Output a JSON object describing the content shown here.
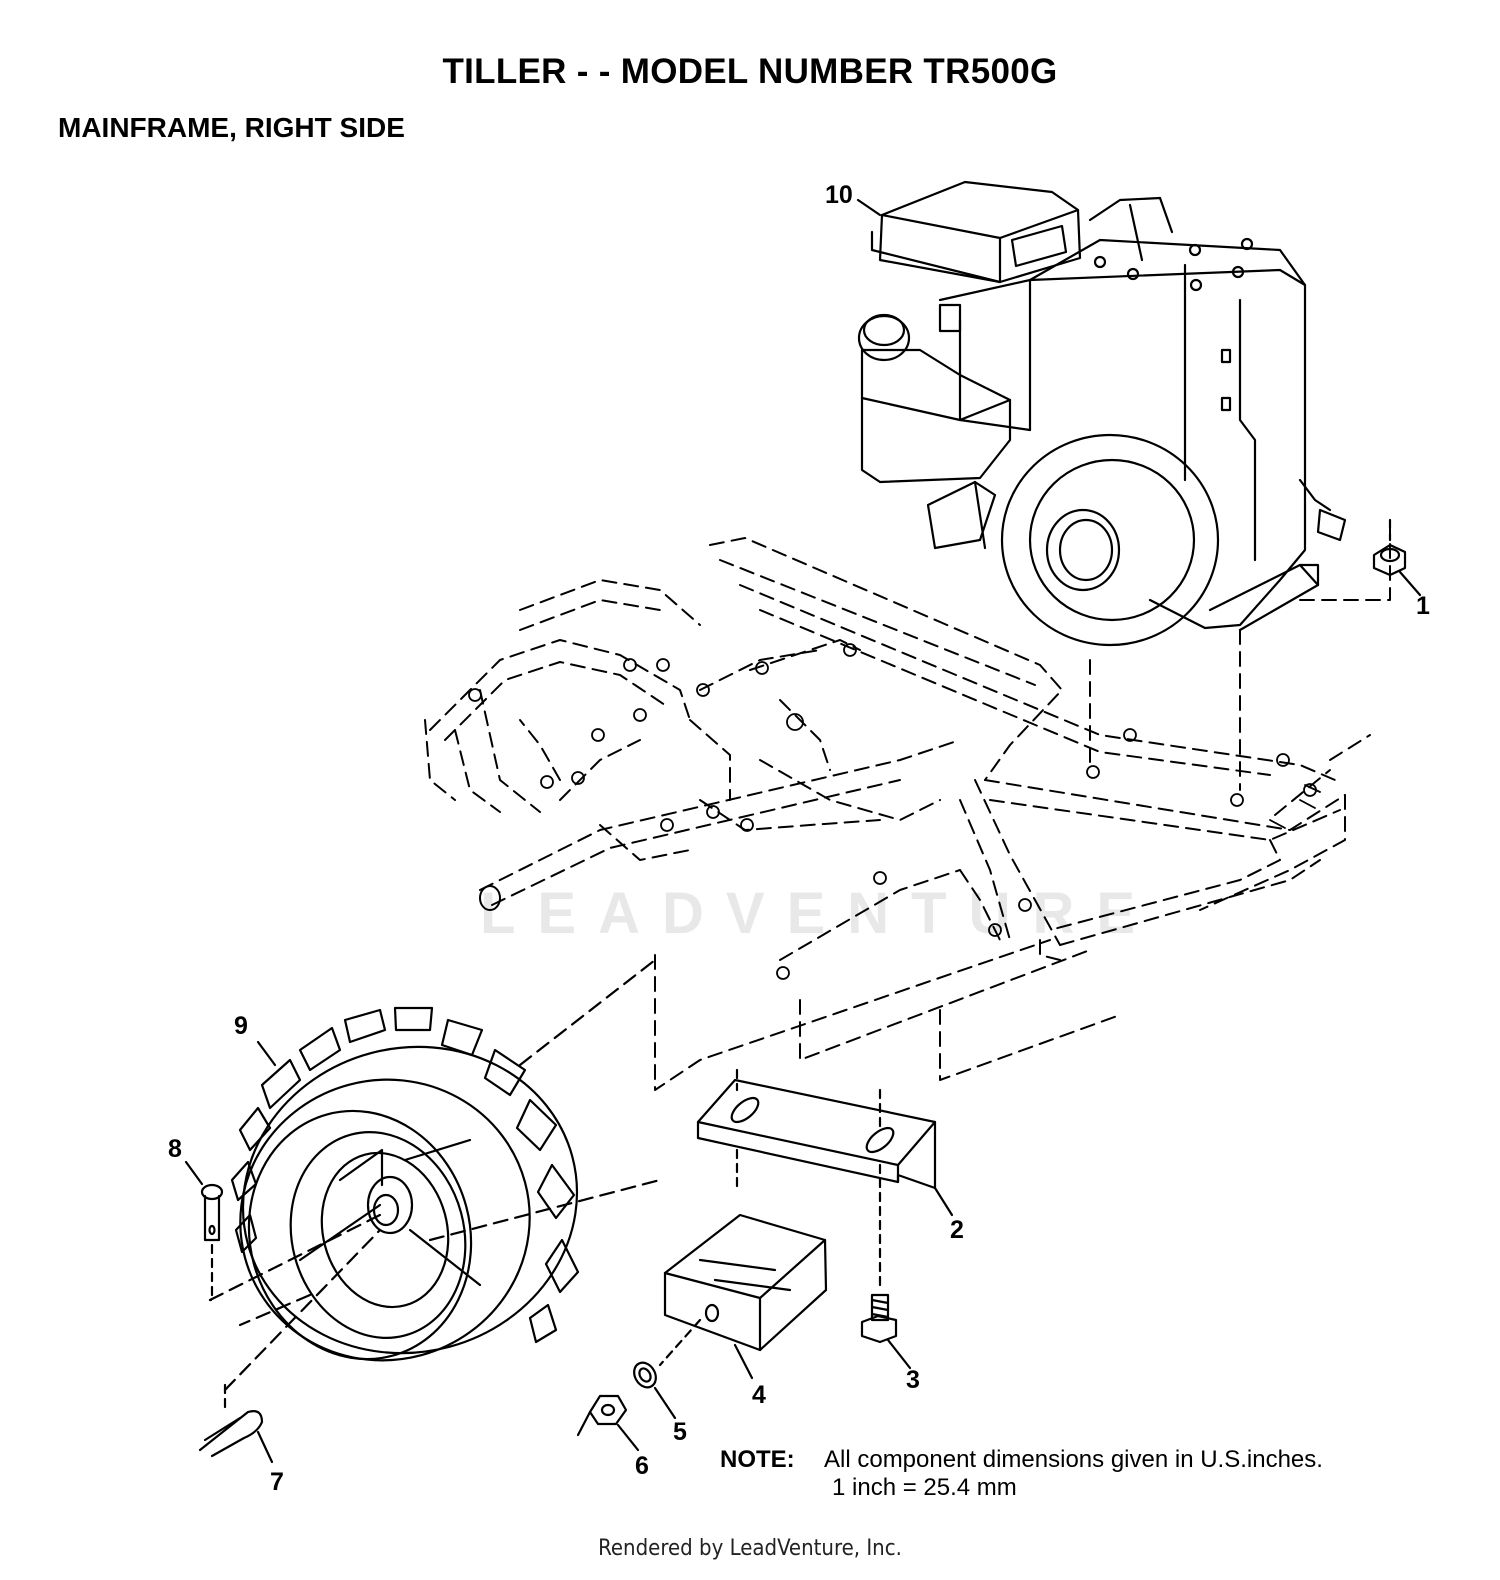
{
  "title": "TILLER - - MODEL NUMBER TR500G",
  "subtitle": "MAINFRAME, RIGHT SIDE",
  "callouts": [
    "1",
    "2",
    "3",
    "4",
    "5",
    "6",
    "7",
    "8",
    "9",
    "10"
  ],
  "note": {
    "label": "NOTE:",
    "line1": "All component dimensions given in U.S.inches.",
    "line2": "1 inch = 25.4 mm"
  },
  "watermark": "LEADVENTURE",
  "footer": "Rendered by LeadVenture, Inc.",
  "colors": {
    "line": "#000000",
    "watermark": "#e8e8e8"
  }
}
